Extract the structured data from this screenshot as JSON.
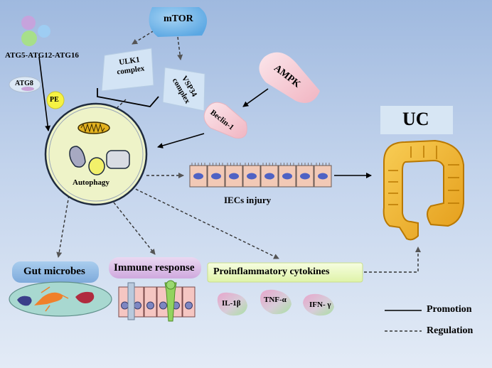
{
  "nodes": {
    "mtor": "mTOR",
    "atg_complex": "ATG5-ATG12-ATG16",
    "atg8": "ATG8",
    "pe": "PE",
    "ulk1_line1": "ULK1",
    "ulk1_line2": "complex",
    "vsp34_line1": "VSP34",
    "vsp34_line2": "complex",
    "ampk": "AMPK",
    "beclin": "Beclin-1",
    "autophagy": "Autophagy",
    "iecs": "IECs injury",
    "uc": "UC",
    "gut": "Gut microbes",
    "immune": "Immune response",
    "proinflam": "Proinflammatory cytokines",
    "il1b": "IL-1β",
    "tnfa": "TNF-α",
    "ifng": "IFN- γ"
  },
  "legend": {
    "promotion": "Promotion",
    "regulation": "Regulation"
  },
  "colors": {
    "mtor_fill": "#6fb3e8",
    "complex_fill": "#cfe1f3",
    "ampk_fill": "#f7d3dc",
    "beclin_fill": "#f5c9ce",
    "uc_box": "#d7e6f4",
    "colon": "#f0b42a",
    "gut_label_fill": "#8fb8e0",
    "immune_label_fill": "#dcc0e6",
    "proinflam_fill": "#eefbc8",
    "autophagy_cell": "#eef3c8",
    "iec_cell": "#f2c9b6",
    "iec_nucleus": "#4f62c4"
  }
}
